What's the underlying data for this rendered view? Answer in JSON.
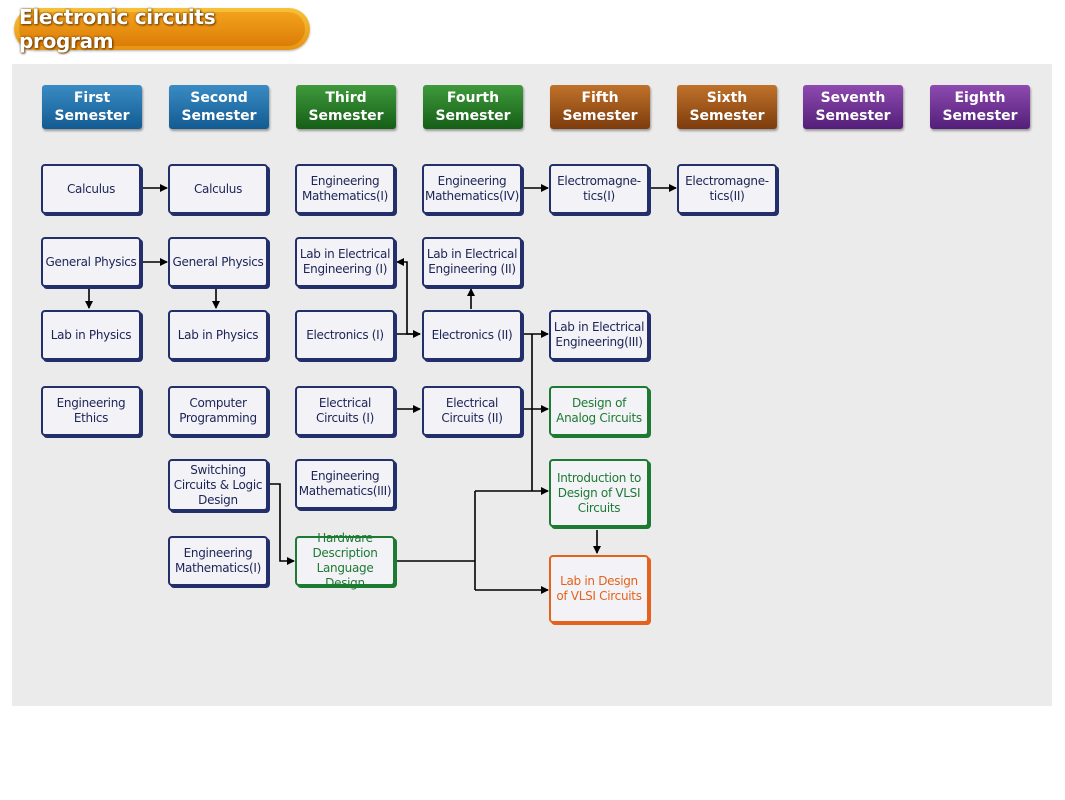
{
  "title": "Electronic circuits program",
  "semesters": [
    {
      "line1": "First",
      "line2": "Semester",
      "color": "#1a6aa3"
    },
    {
      "line1": "Second",
      "line2": "Semester",
      "color": "#1a6aa3"
    },
    {
      "line1": "Third",
      "line2": "Semester",
      "color": "#247a23"
    },
    {
      "line1": "Fourth",
      "line2": "Semester",
      "color": "#247a23"
    },
    {
      "line1": "Fifth",
      "line2": "Semester",
      "color": "#9a5419"
    },
    {
      "line1": "Sixth",
      "line2": "Semester",
      "color": "#9a5419"
    },
    {
      "line1": "Seventh",
      "line2": "Semester",
      "color": "#6a2f92"
    },
    {
      "line1": "Eighth",
      "line2": "Semester",
      "color": "#6a2f92"
    }
  ],
  "courses": {
    "calculus_1": "Calculus",
    "calculus_2": "Calculus",
    "eng_math_1_sem3": "Engineering Mathematics(I)",
    "eng_math_4": "Engineering Mathematics(IV)",
    "electromag_1": "Electromagne- tics(I)",
    "electromag_2": "Electromagne- tics(II)",
    "gen_physics_1": "General Physics",
    "gen_physics_2": "General Physics",
    "lab_ee_1": "Lab in Electrical Engineering (I)",
    "lab_ee_2": "Lab in Electrical Engineering (II)",
    "lab_physics_1": "Lab in Physics",
    "lab_physics_2": "Lab in Physics",
    "electronics_1": "Electronics (I)",
    "electronics_2": "Electronics (II)",
    "lab_ee_3": "Lab in Electrical Engineering(III)",
    "eng_ethics": "Engineering Ethics",
    "computer_programming": "Computer Programming",
    "elec_circuits_1": "Electrical Circuits (I)",
    "elec_circuits_2": "Electrical Circuits (II)",
    "analog_design": "Design of Analog Circuits",
    "switching_logic": "Switching Circuits & Logic Design",
    "eng_math_3": "Engineering Mathematics(III)",
    "vlsi_intro": "Introduction to Design of VLSI Circuits",
    "eng_math_1_sem2": "Engineering Mathematics(I)",
    "hdl_design": "Hardware Description Language Design",
    "vlsi_lab": "Lab in Design of VLSI Circuits"
  },
  "colors": {
    "node_border": "#232f6a",
    "elective_green": "#1d7a33",
    "lab_orange": "#e5621c",
    "panel_bg": "#ebebeb",
    "title_orange": "#e88a10"
  }
}
